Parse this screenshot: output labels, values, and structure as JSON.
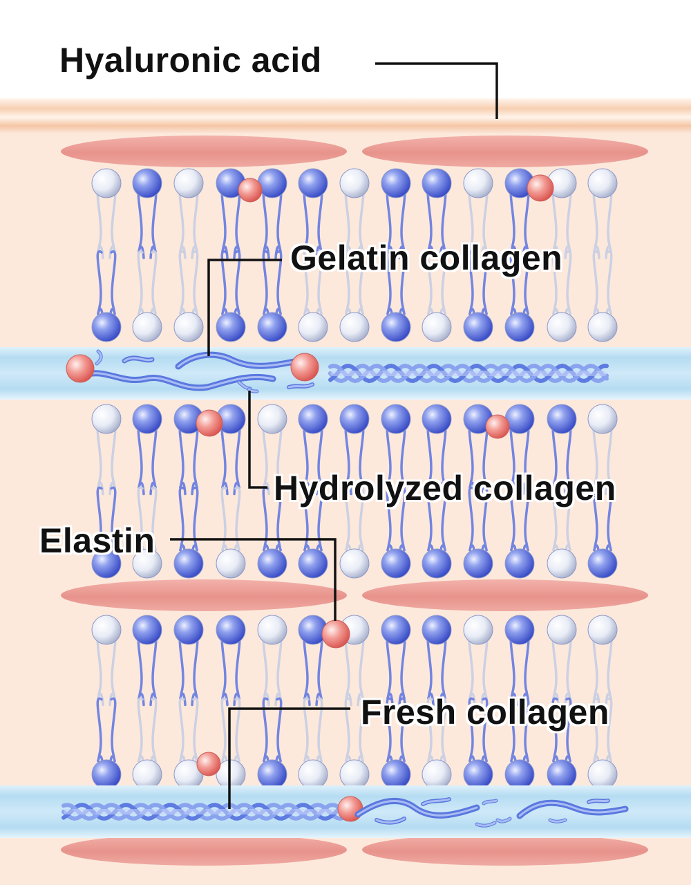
{
  "labels": {
    "hyaluronic_acid": "Hyaluronic acid",
    "gelatin_collagen": "Gelatin collagen",
    "hydrolyzed_collagen": "Hydrolyzed collagen",
    "elastin": "Elastin",
    "fresh_collagen": "Fresh collagen"
  },
  "colors": {
    "skin_background": "#fce9dc",
    "surface_band": "#f6c9a8",
    "pink_cell": "#e99a93",
    "blue_channel": "#c9e6f6",
    "lipid_head_blue": "#4a5fd6",
    "lipid_head_white": "#e9eef8",
    "fiber_blue": "#6f8ee6",
    "elastin_bead": "#ef7f7a",
    "leader_line": "#111111"
  }
}
